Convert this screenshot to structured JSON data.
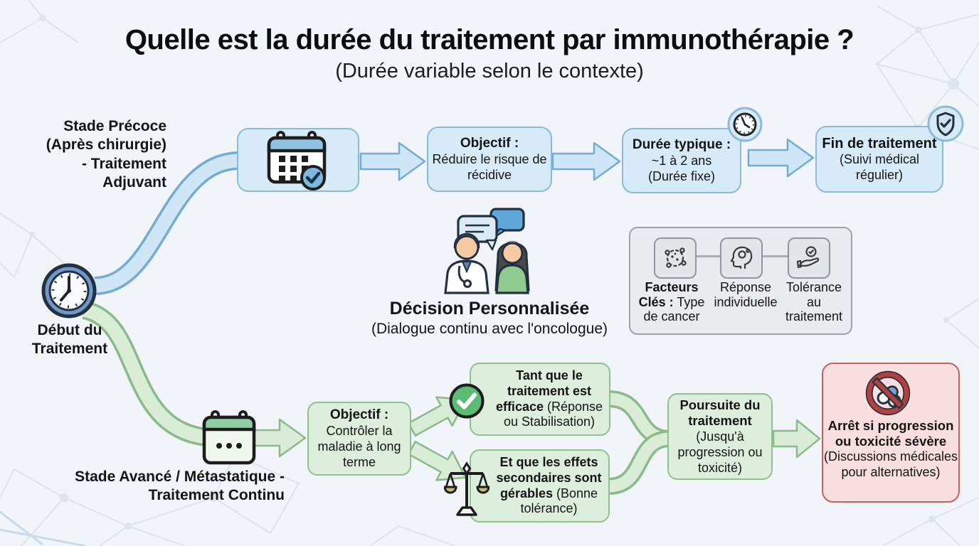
{
  "header": {
    "title": "Quelle est la durée du traitement par immunothérapie ?",
    "subtitle": "(Durée variable selon le contexte)"
  },
  "start": {
    "label": "Début du Traitement"
  },
  "adjuvant": {
    "branch_label": "Stade Précoce (Après chirurgie) - Traitement Adjuvant",
    "objective": {
      "heading": "Objectif :",
      "body": "Réduire le risque de récidive"
    },
    "duration": {
      "heading": "Durée typique :",
      "value": "~1 à 2 ans",
      "note": "(Durée fixe)"
    },
    "end": {
      "heading": "Fin de traitement",
      "note": "(Suivi médical régulier)"
    }
  },
  "decision": {
    "title": "Décision Personnalisée",
    "subtitle": "(Dialogue continu avec l'oncologue)"
  },
  "key_factors": {
    "factor1_bold": "Facteurs Clés :",
    "factor1_rest": "Type de cancer",
    "factor2": "Réponse individuelle",
    "factor3": "Tolérance au traitement"
  },
  "advanced": {
    "branch_label": "Stade Avancé / Métastatique - Traitement Continu",
    "objective": {
      "heading": "Objectif :",
      "body": "Contrôler la maladie à long terme"
    },
    "efficacy": {
      "bold": "Tant que le traitement est efficace",
      "note": "(Réponse ou Stabilisation)"
    },
    "tolerance": {
      "bold": "Et que les effets secondaires sont gérables",
      "note": "(Bonne tolérance)"
    },
    "continuation": {
      "bold": "Poursuite du traitement",
      "note": "(Jusqu'à progression ou toxicité)"
    },
    "stop": {
      "bold": "Arrêt si progression ou toxicité sévère",
      "note": "(Discussions médicales pour alternatives)"
    }
  },
  "icons": {
    "start": "clock-icon",
    "adjuvant_schedule": "calendar-check-icon",
    "duration_badge": "clock-badge-icon",
    "end_badge": "shield-check-icon",
    "decision": "doctor-patient-chat-icon",
    "factor1": "cancer-cell-icon",
    "factor2": "head-gears-icon",
    "factor3": "hand-check-icon",
    "continuous_schedule": "calendar-ongoing-icon",
    "efficacy": "check-circle-icon",
    "tolerance": "balance-scale-icon",
    "stop": "no-pills-icon"
  },
  "colors": {
    "background": "#f1f4f8",
    "blue_fill": "#d7eaf8",
    "blue_border": "#87badb",
    "green_fill": "#ddefdc",
    "green_border": "#8fc18f",
    "red_fill": "#f8dede",
    "red_border": "#c4625e",
    "grey_fill": "#e9ebee",
    "grey_border": "#9aa2aa",
    "check_green": "#5abb72",
    "prohibition_red": "#b0413e"
  }
}
